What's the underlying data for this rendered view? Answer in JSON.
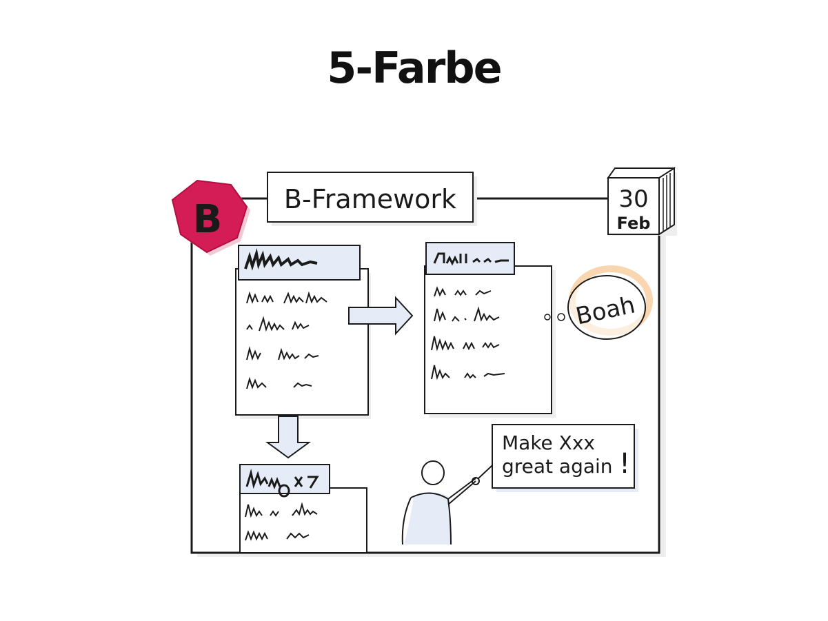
{
  "page": {
    "title": "5-Farbe"
  },
  "frame": {
    "logo_letter": "B",
    "header_title": "B-Framework",
    "calendar_day": "30",
    "calendar_month": "Feb"
  },
  "speech_bubble": {
    "text": "Boah"
  },
  "sign": {
    "line1": "Make Xxx",
    "line2": "great again",
    "exclamation": "!"
  },
  "colors": {
    "logo": "#d41c56",
    "card_header": "#e6ecf7",
    "bubble_glow": "#f6c48f",
    "arrow_fill": "#e6ecf7",
    "ink": "#1a1a1a"
  }
}
